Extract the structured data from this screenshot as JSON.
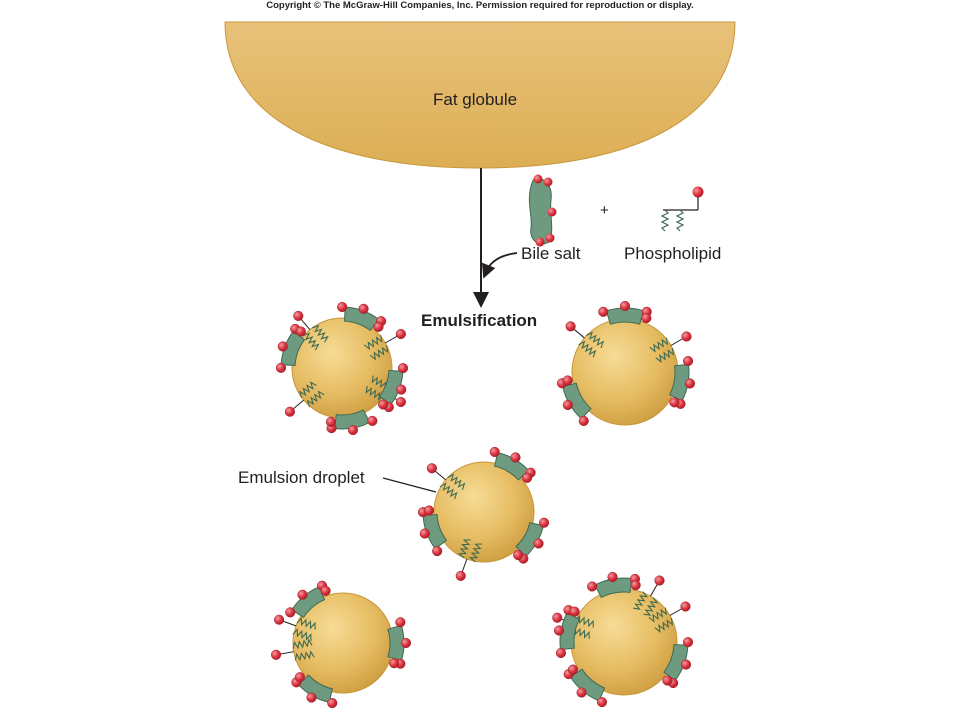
{
  "copyright": "Copyright © The McGraw-Hill Companies, Inc. Permission required for reproduction or display.",
  "labels": {
    "fat_globule": "Fat globule",
    "bile_salt": "Bile salt",
    "phospholipid": "Phospholipid",
    "plus": "+",
    "emulsification": "Emulsification",
    "emulsion_droplet": "Emulsion droplet"
  },
  "colors": {
    "fat": "#e2b85d",
    "fat_light": "#f6dc96",
    "fat_edge": "#c9973a",
    "bile_salt": "#6e9a80",
    "bile_salt_edge": "#3e6a52",
    "head": "#d9303b",
    "head_light": "#f59aa0",
    "line": "#231f20"
  },
  "droplets": [
    {
      "name": "droplet-top-left",
      "bile_salts": 4,
      "phospholipids": 4
    },
    {
      "name": "droplet-top-right",
      "bile_salts": 3,
      "phospholipids": 2
    },
    {
      "name": "droplet-center",
      "bile_salts": 3,
      "phospholipids": 2
    },
    {
      "name": "droplet-bottom-left",
      "bile_salts": 3,
      "phospholipids": 2
    },
    {
      "name": "droplet-bottom-right",
      "bile_salts": 4,
      "phospholipids": 3
    }
  ]
}
